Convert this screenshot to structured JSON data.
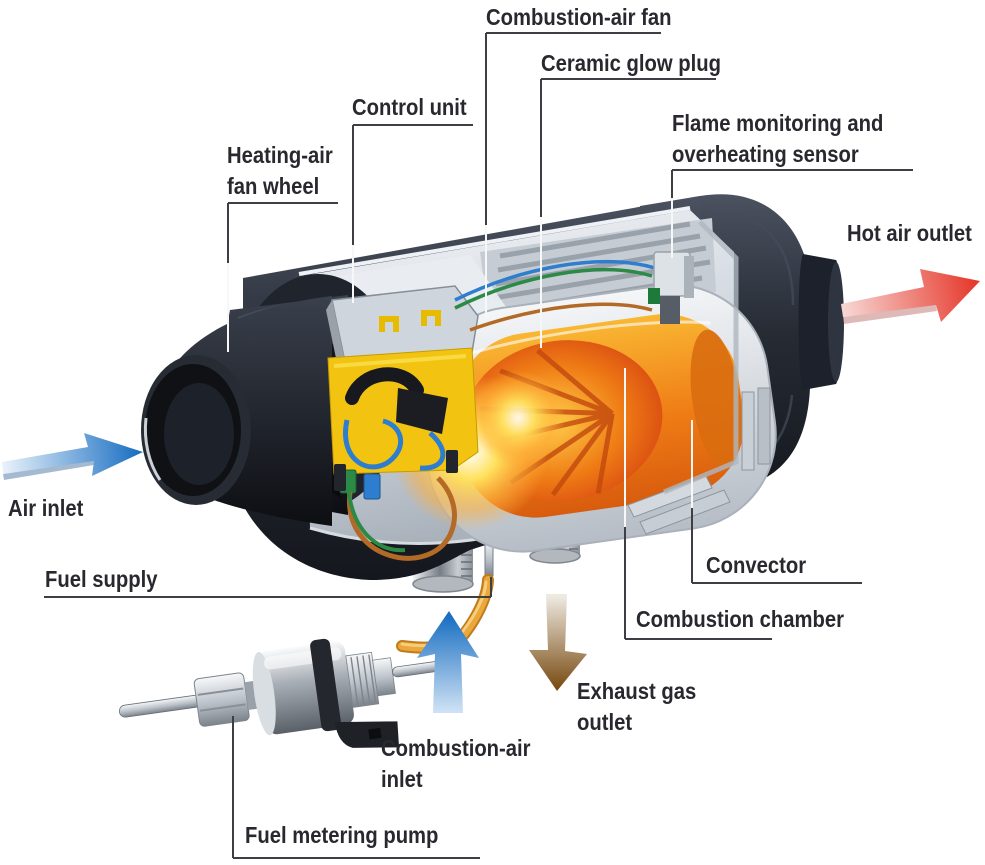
{
  "figure": {
    "kind": "labeled cutaway diagram of a fuel-operated air heater",
    "background": "#ffffff",
    "text_color": "#28282e",
    "leader_line_color": "#3e3e44",
    "leader_line_color_over_art": "#f7f7f7"
  },
  "labels": {
    "combustion_air_fan": {
      "text": "Combustion-air fan"
    },
    "ceramic_glow_plug": {
      "text": "Ceramic glow plug"
    },
    "control_unit": {
      "text": "Control unit"
    },
    "heating_air_fan_wheel": {
      "lines": [
        "Heating-air",
        "fan wheel"
      ]
    },
    "flame_monitoring_sensor": {
      "lines": [
        "Flame monitoring and",
        "overheating sensor"
      ]
    },
    "hot_air_outlet": {
      "text": "Hot air outlet"
    },
    "air_inlet": {
      "text": "Air inlet"
    },
    "fuel_supply": {
      "text": "Fuel supply"
    },
    "convector": {
      "text": "Convector"
    },
    "combustion_chamber": {
      "text": "Combustion chamber"
    },
    "exhaust_gas_outlet": {
      "lines": [
        "Exhaust gas",
        "outlet"
      ]
    },
    "combustion_air_inlet": {
      "lines": [
        "Combustion-air",
        "inlet"
      ]
    },
    "fuel_metering_pump": {
      "text": "Fuel metering pump"
    }
  },
  "arrows": {
    "air_inlet": {
      "direction": "right",
      "gradient_from": "#eaf3fb",
      "gradient_to": "#1a6fc2"
    },
    "hot_air_outlet": {
      "direction": "right-up",
      "gradient_from": "#f7d5d2",
      "gradient_to": "#e63a2d"
    },
    "combustion_air_inlet": {
      "direction": "up",
      "gradient_from": "#cfe2f4",
      "gradient_to": "#1a6fc2"
    },
    "exhaust_gas_outlet": {
      "direction": "down",
      "gradient_from": "#eeeae2",
      "gradient_to": "#7a4c13"
    }
  },
  "illustration": {
    "heater_housing_color": "#262b34",
    "control_unit_color": "#f2c411",
    "combustion_chamber_color": "#ef7c15",
    "flame_glow_color": "#ffe25e",
    "fuel_line_color": "#eaa83c",
    "metal_color": "#c6ccd3"
  }
}
